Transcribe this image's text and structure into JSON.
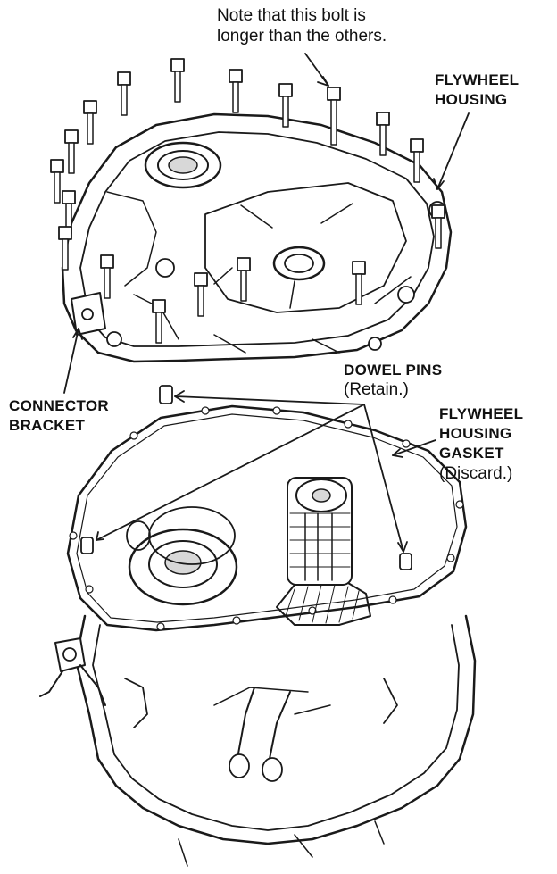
{
  "note": {
    "line1": "Note that this bolt is",
    "line2": "longer than the others."
  },
  "flywheel_housing": {
    "line1": "FLYWHEEL",
    "line2": "HOUSING"
  },
  "dowel_pins": {
    "line1": "DOWEL PINS",
    "line2": "(Retain.)"
  },
  "connector_bracket": {
    "line1": "CONNECTOR",
    "line2": "BRACKET"
  },
  "gasket": {
    "line1": "FLYWHEEL",
    "line2": "HOUSING",
    "line3": "GASKET",
    "line4": "(Discard.)"
  },
  "colors": {
    "ink": "#1a1a1a",
    "background": "#ffffff"
  }
}
